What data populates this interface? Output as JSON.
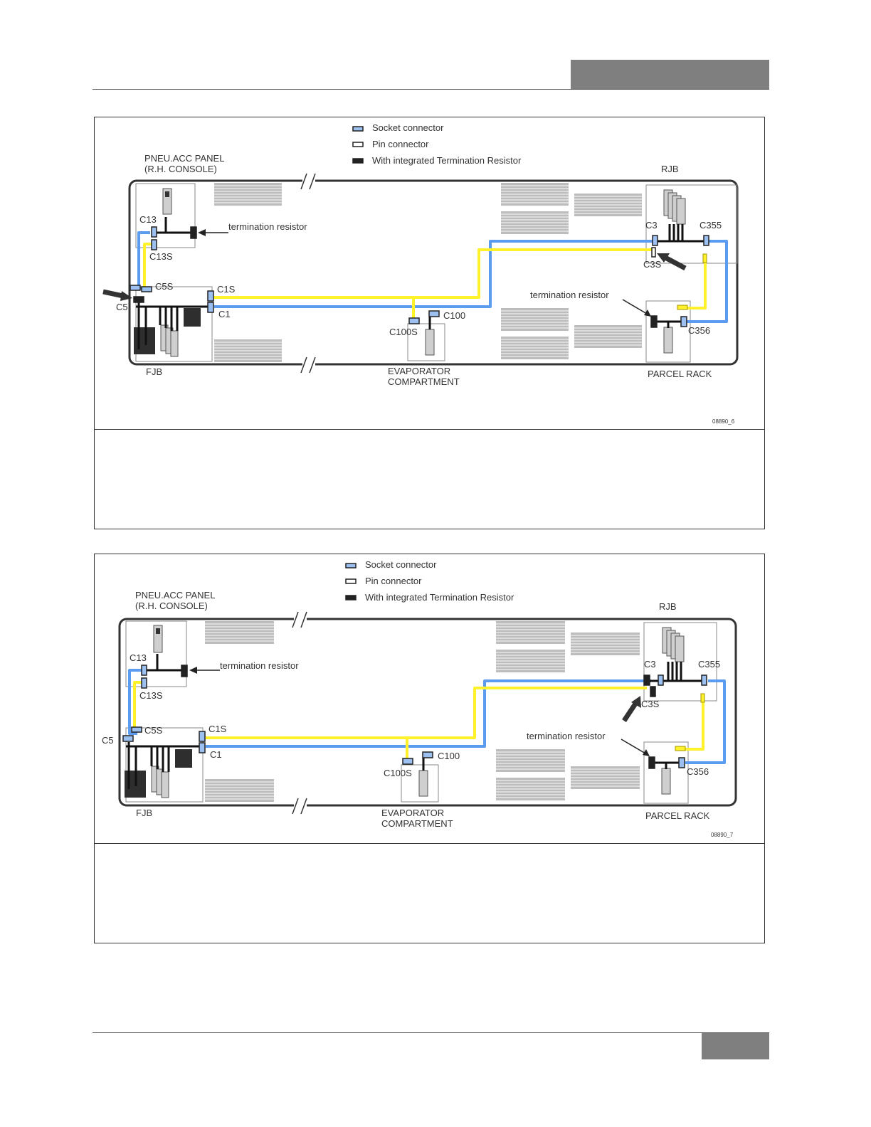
{
  "colors": {
    "header_bar": "#7f7f7f",
    "footer_bar": "#7f7f7f",
    "can_high": "#fff22a",
    "can_low": "#5b9bf0",
    "vehicle_outline": "#333333",
    "vent": "#8c8c8c"
  },
  "diagrams": [
    {
      "legend": {
        "socket": "Socket connector",
        "pin": "Pin connector",
        "resistor": "With integrated Termination Resistor"
      },
      "labels": {
        "pneu_panel_1": "PNEU.ACC PANEL",
        "pneu_panel_2": "(R.H. CONSOLE)",
        "rjb": "RJB",
        "fjb": "FJB",
        "evap_1": "EVAPORATOR",
        "evap_2": "COMPARTMENT",
        "parcel": "PARCEL RACK",
        "term_res_1": "termination resistor",
        "term_res_2": "termination resistor",
        "c13": "C13",
        "c13s": "C13S",
        "c5s": "C5S",
        "c5": "C5",
        "c1s": "C1S",
        "c1": "C1",
        "c100": "C100",
        "c100s": "C100S",
        "c3": "C3",
        "c3s": "C3S",
        "c355": "C355",
        "c356": "C356",
        "code": "08890_6"
      }
    },
    {
      "legend": {
        "socket": "Socket connector",
        "pin": "Pin connector",
        "resistor": "With integrated Termination Resistor"
      },
      "labels": {
        "pneu_panel_1": "PNEU.ACC PANEL",
        "pneu_panel_2": "(R.H. CONSOLE)",
        "rjb": "RJB",
        "fjb": "FJB",
        "evap_1": "EVAPORATOR",
        "evap_2": "COMPARTMENT",
        "parcel": "PARCEL RACK",
        "term_res_1": "termination resistor",
        "term_res_2": "termination resistor",
        "c13": "C13",
        "c13s": "C13S",
        "c5s": "C5S",
        "c5": "C5",
        "c1s": "C1S",
        "c1": "C1",
        "c100": "C100",
        "c100s": "C100S",
        "c3": "C3",
        "c3s": "C3S",
        "c355": "C355",
        "c356": "C356",
        "code": "08890_7"
      }
    }
  ]
}
